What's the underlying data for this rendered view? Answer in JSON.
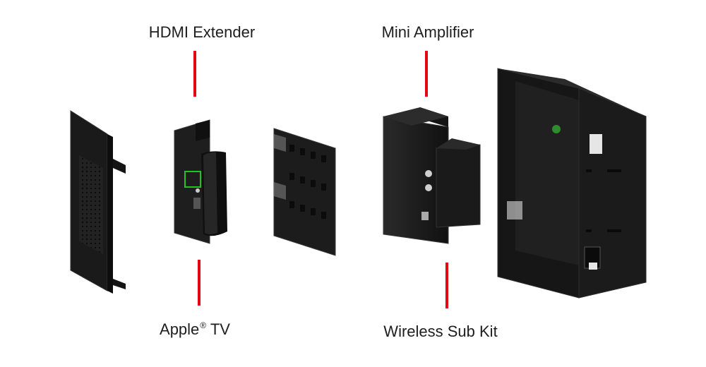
{
  "labels": {
    "hdmi_extender": "HDMI Extender",
    "mini_amplifier": "Mini Amplifier",
    "apple_tv": "Apple",
    "apple_tv_mark": "®",
    "apple_tv_suffix": " TV",
    "wireless_sub_kit": "Wireless Sub Kit"
  },
  "colors": {
    "leader": "#e30613",
    "panel_dark": "#1b1b1b",
    "panel_edge": "#3a3a3a",
    "indicator": "#22c322"
  }
}
